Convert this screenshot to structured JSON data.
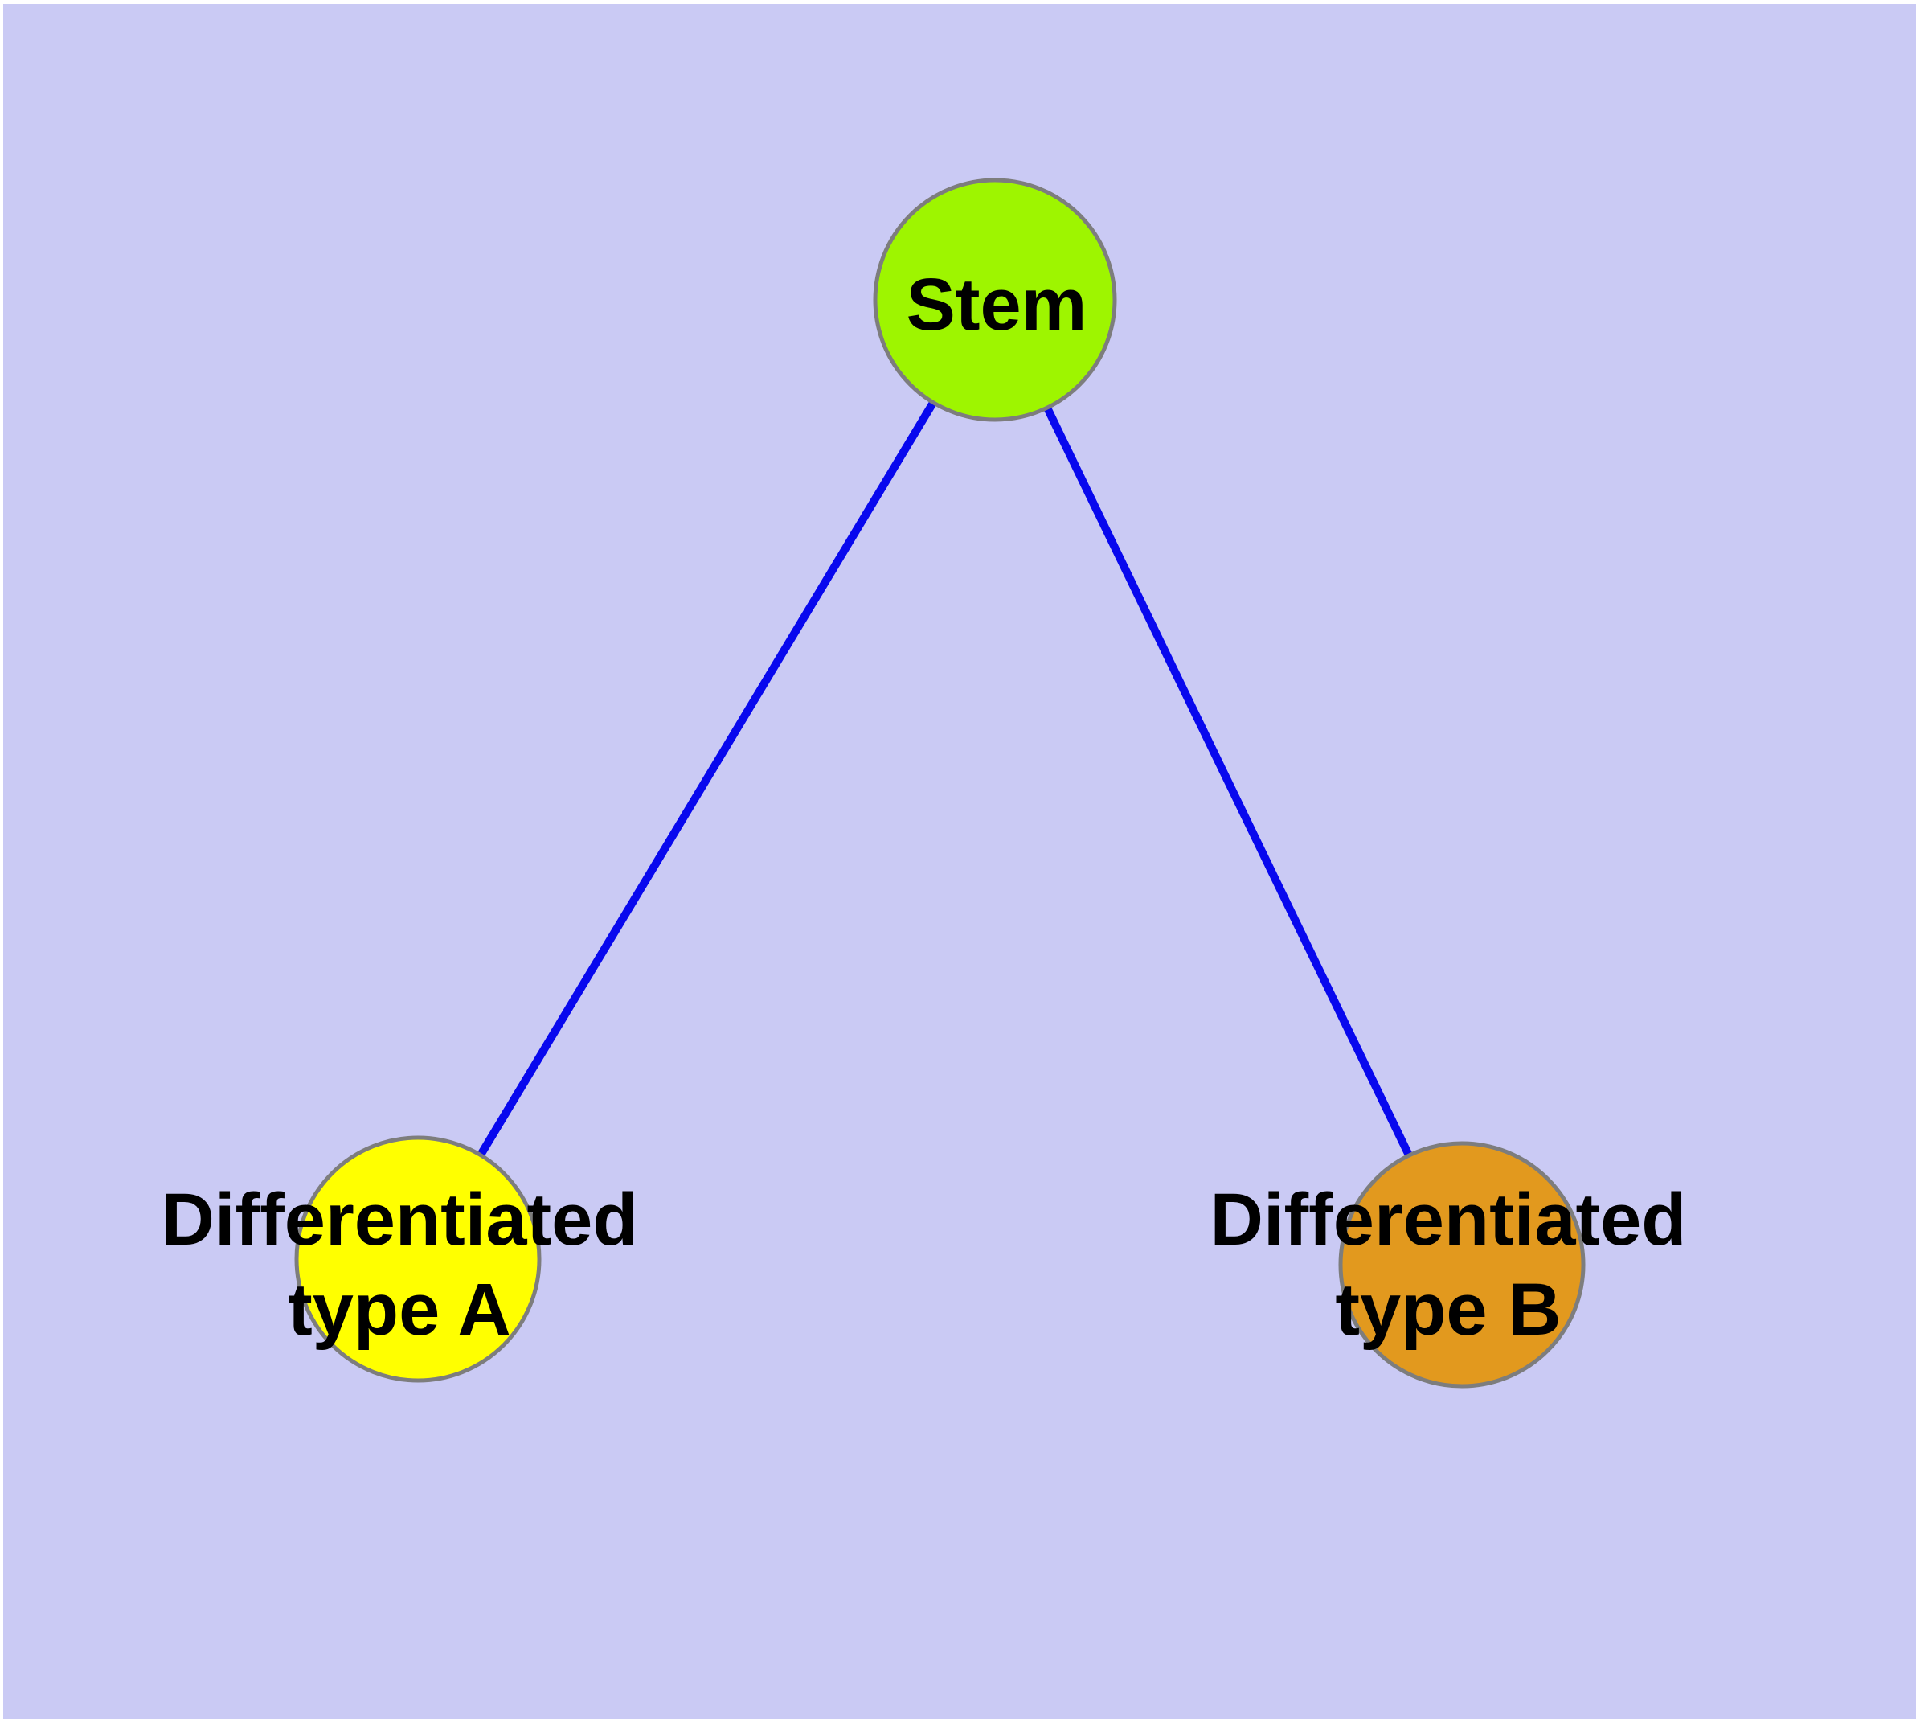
{
  "diagram": {
    "background_color": "#cacaf4",
    "frame_color": "#ffffff",
    "node_border_color": "#7d7d7d",
    "edge_color": "#0808ee",
    "label_color": "#000000",
    "nodes": {
      "stem": {
        "label": "Stem",
        "fill": "#9ef500"
      },
      "type_a": {
        "label_line1": "Differentiated",
        "label_line2": "type A",
        "fill": "#ffff00"
      },
      "type_b": {
        "label_line1": "Differentiated",
        "label_line2": "type B",
        "fill": "#e2991e"
      }
    },
    "edges": [
      {
        "from": "stem",
        "to": "type_a"
      },
      {
        "from": "stem",
        "to": "type_b"
      }
    ]
  }
}
